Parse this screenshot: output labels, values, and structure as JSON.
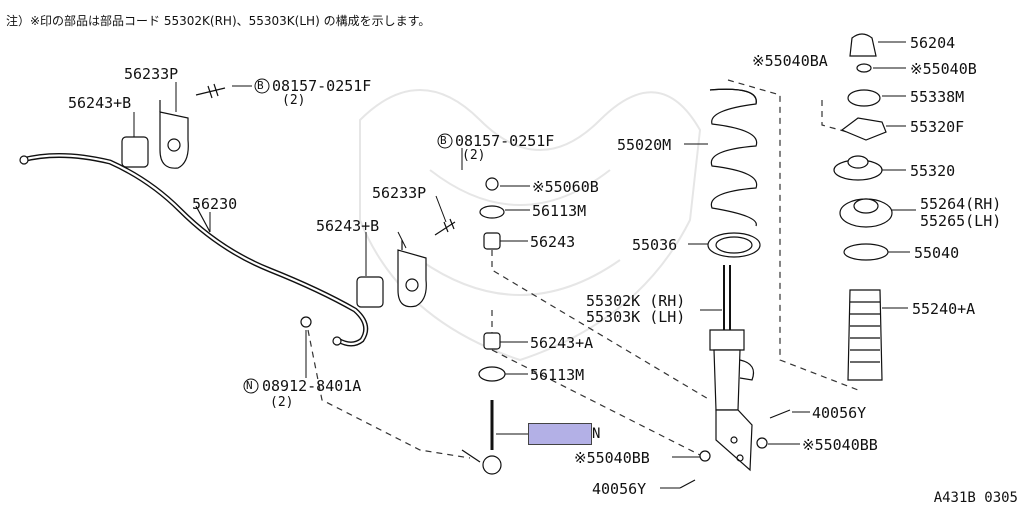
{
  "note": "注）※印の部品は部品コード 55302K(RH)、55303K(LH) の構成を示します。",
  "diagram_code": "A431B 0305",
  "highlight_suffix": "N",
  "parts": {
    "p56204": "56204",
    "p55040B": "※55040B",
    "p55040BA": "※55040BA",
    "p55338M": "55338M",
    "p55320F": "55320F",
    "p55320": "55320",
    "p55264": "55264(RH)",
    "p55265": "55265(LH)",
    "p55040": "55040",
    "p55240A": "55240+A",
    "p55020M": "55020M",
    "p55036": "55036",
    "p55302K": "55302K (RH)",
    "p55303K": "55303K (LH)",
    "p40056Y_r": "40056Y",
    "p55040BB_r": "※55040BB",
    "p55040BB_l": "※55040BB",
    "p40056Y_b": "40056Y",
    "p56233P_top": "56233P",
    "p56243B_top": "56243+B",
    "p08157_top": "08157-0251F",
    "p08157_top_q": "(2)",
    "p08157_mid": "08157-0251F",
    "p08157_mid_q": "(2)",
    "p56233P_mid": "56233P",
    "p56243B_mid": "56243+B",
    "p56230": "56230",
    "p55060B": "※55060B",
    "p56113M_top": "56113M",
    "p56243": "56243",
    "p56243A": "56243+A",
    "p56113M_bot": "56113M",
    "p08912": "08912-8401A",
    "p08912_q": "(2)"
  },
  "markers": {
    "b": "B",
    "n": "N"
  }
}
